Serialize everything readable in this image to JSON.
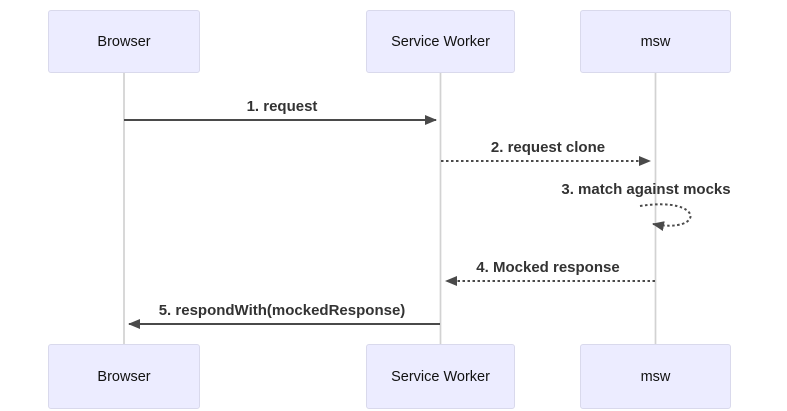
{
  "diagram": {
    "type": "sequence",
    "actors": [
      {
        "id": "browser",
        "label": "Browser"
      },
      {
        "id": "service-worker",
        "label": "Service Worker"
      },
      {
        "id": "msw",
        "label": "msw"
      }
    ],
    "messages": [
      {
        "order": 1,
        "label": "1. request",
        "from": "Browser",
        "to": "Service Worker",
        "line": "solid"
      },
      {
        "order": 2,
        "label": "2. request clone",
        "from": "Service Worker",
        "to": "msw",
        "line": "dotted"
      },
      {
        "order": 3,
        "label": "3. match against mocks",
        "from": "msw",
        "to": "msw",
        "line": "dotted-self-loop"
      },
      {
        "order": 4,
        "label": "4. Mocked response",
        "from": "msw",
        "to": "Service Worker",
        "line": "dotted"
      },
      {
        "order": 5,
        "label": "5. respondWith(mockedResponse)",
        "from": "Service Worker",
        "to": "Browser",
        "line": "solid"
      }
    ]
  },
  "colors": {
    "background": "#ffffff",
    "actor_fill": "#ECECFF",
    "actor_border": "#D9D9EC",
    "lifeline": "#D2D2D2",
    "arrow": "#4A4A4A",
    "text": "#333333",
    "actor_text": "#111111"
  }
}
